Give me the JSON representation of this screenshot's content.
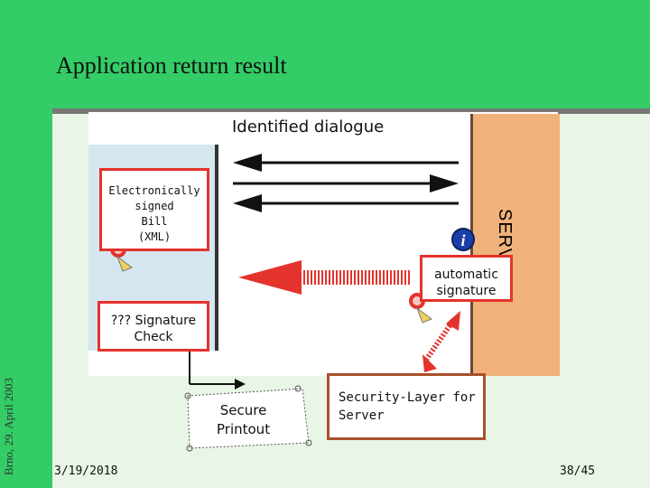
{
  "slide": {
    "title": "Application return result",
    "side_text": "Brno, 29. April 2003",
    "date": "3/19/2018",
    "page": "38/45"
  },
  "diagram": {
    "dialogue_label": "Identified dialogue",
    "server_label": "SERVER",
    "bill_box": [
      "Electronically",
      "signed",
      "Bill",
      "(XML)"
    ],
    "check_box": [
      "??? Signature",
      "Check"
    ],
    "auto_box": [
      "automatic",
      "signature"
    ],
    "secure_printout": [
      "Secure",
      "Printout"
    ],
    "security_layer": [
      "Security-Layer for",
      "Server"
    ],
    "info_icon": "info-icon",
    "seal_icon": "wax-seal-icon"
  },
  "colors": {
    "green": "#33cc66",
    "red_box": "#e4332d",
    "server": "#f0b27a",
    "client": "#d5e6f1"
  }
}
